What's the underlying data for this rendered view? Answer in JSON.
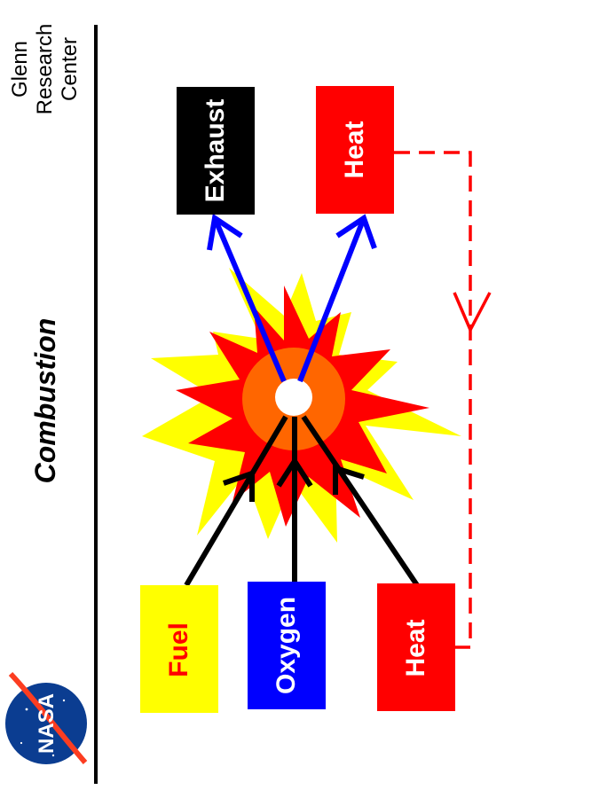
{
  "header": {
    "org_line_1": "Glenn",
    "org_line_2": "Research",
    "org_line_3": "Center",
    "title": "Combustion",
    "logo_text": "NASA"
  },
  "inputs": {
    "fuel": "Fuel",
    "oxygen": "Oxygen",
    "heat": "Heat"
  },
  "outputs": {
    "exhaust": "Exhaust",
    "heat": "Heat"
  },
  "colors": {
    "fuel_box": "#ffff00",
    "fuel_text": "#ff0000",
    "oxygen_box": "#0000ff",
    "heat_box": "#ff0000",
    "exhaust_box": "#000000",
    "output_arrow": "#0000ff",
    "feedback_line": "#ff0000",
    "burst_outer": "#ffff00",
    "burst_inner": "#ff0000",
    "core": "#ff6600"
  }
}
